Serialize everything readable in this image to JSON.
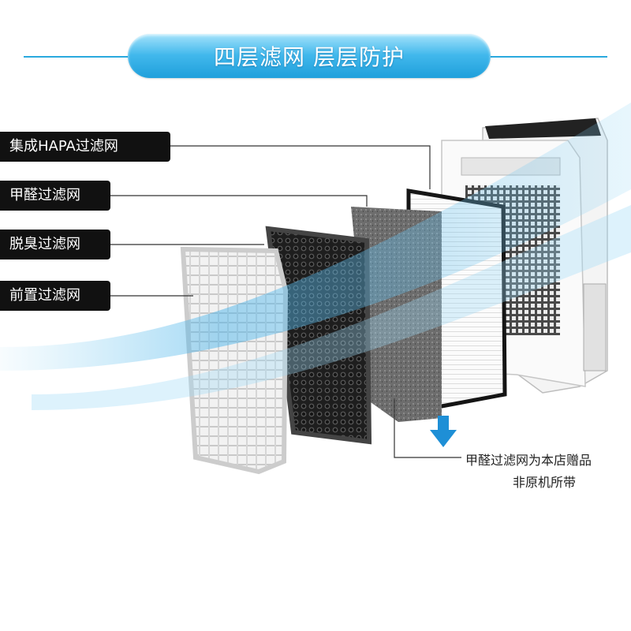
{
  "banner": {
    "title": "四层滤网 层层防护"
  },
  "labels": [
    {
      "text": "集成HAPA过滤网"
    },
    {
      "text": "甲醛过滤网"
    },
    {
      "text": "脱臭过滤网"
    },
    {
      "text": "前置过滤网"
    }
  ],
  "note": {
    "line1": "甲醛过滤网为本店赠品",
    "line2": "非原机所带"
  },
  "colors": {
    "accent_blue": "#2aa9de",
    "label_bg": "#111111",
    "arrow_blue": "#1e8fd6"
  }
}
